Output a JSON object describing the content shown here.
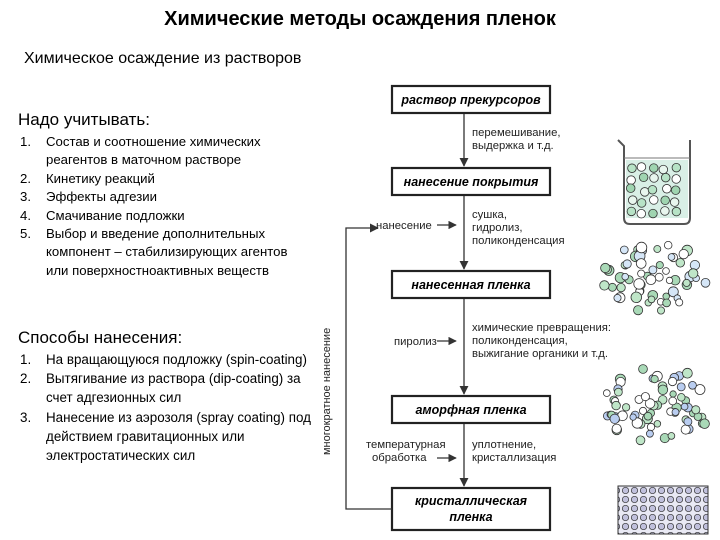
{
  "title": "Химические методы осаждения пленок",
  "subtitle": "Химическое осаждение из растворов",
  "consider": {
    "heading": "Надо учитывать:",
    "items": [
      {
        "num": "1.",
        "text": "Состав и соотношение химических реагентов в маточном растворе"
      },
      {
        "num": "2.",
        "text": "Кинетику реакций"
      },
      {
        "num": "3.",
        "text": "Эффекты адгезии"
      },
      {
        "num": "4.",
        "text": "Смачивание подложки"
      },
      {
        "num": "5.",
        "text": "Выбор и введение дополнительных компонент – стабилизирующих агентов или поверхностноактивных веществ"
      }
    ]
  },
  "methods": {
    "heading": "Способы нанесения:",
    "items": [
      {
        "num": "1.",
        "text": "На вращающуюся подложку (spin-coating)"
      },
      {
        "num": "2.",
        "text": "Вытягивание из раствора (dip-coating) за счет адгезионных сил"
      },
      {
        "num": "3.",
        "text": "Нанесение из аэрозоля (spray coating) под действием гравитационных или электростатических сил"
      }
    ]
  },
  "diagram": {
    "boxes": {
      "precursor": "раствор прекурсоров",
      "coating": "нанесение покрытия",
      "applied": "нанесенная пленка",
      "amorphous": "аморфная пленка",
      "crystal_line1": "кристаллическая",
      "crystal_line2": "пленка"
    },
    "notes": {
      "mixing_line1": "перемешивание,",
      "mixing_line2": "выдержка и т.д.",
      "deposition": "нанесение",
      "drying_line1": "сушка,",
      "drying_line2": "гидролиз,",
      "drying_line3": "поликонденсация",
      "pyrolysis": "пиролиз",
      "chem_line1": "химические превращения:",
      "chem_line2": "поликонденсация,",
      "chem_line3": "выжигание органики и т.д.",
      "heat_line1": "температурная",
      "heat_line2": "обработка",
      "dens_line1": "уплотнение,",
      "dens_line2": "кристаллизация"
    },
    "loop_label": "многократное нанесение"
  }
}
